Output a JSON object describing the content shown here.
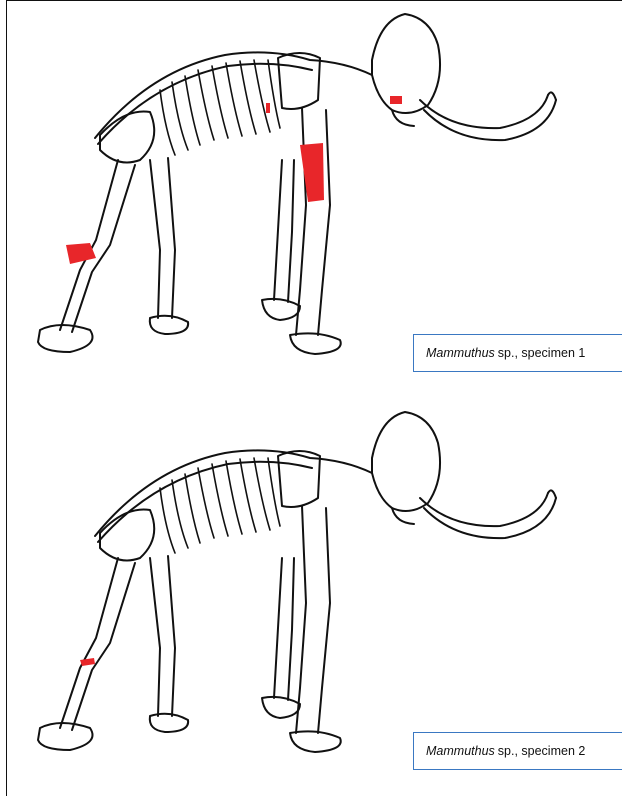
{
  "panels": [
    {
      "genus": "Mammuthus",
      "rest": "sp., specimen 1",
      "highlights": [
        "femur-distal",
        "humerus",
        "rib",
        "mandible"
      ]
    },
    {
      "genus": "Mammuthus",
      "rest": "sp., specimen 2",
      "highlights": [
        "tibia-proximal"
      ]
    }
  ],
  "colors": {
    "highlight": "#e8262a",
    "caption_border": "#3a78c2",
    "ink": "#111111"
  }
}
